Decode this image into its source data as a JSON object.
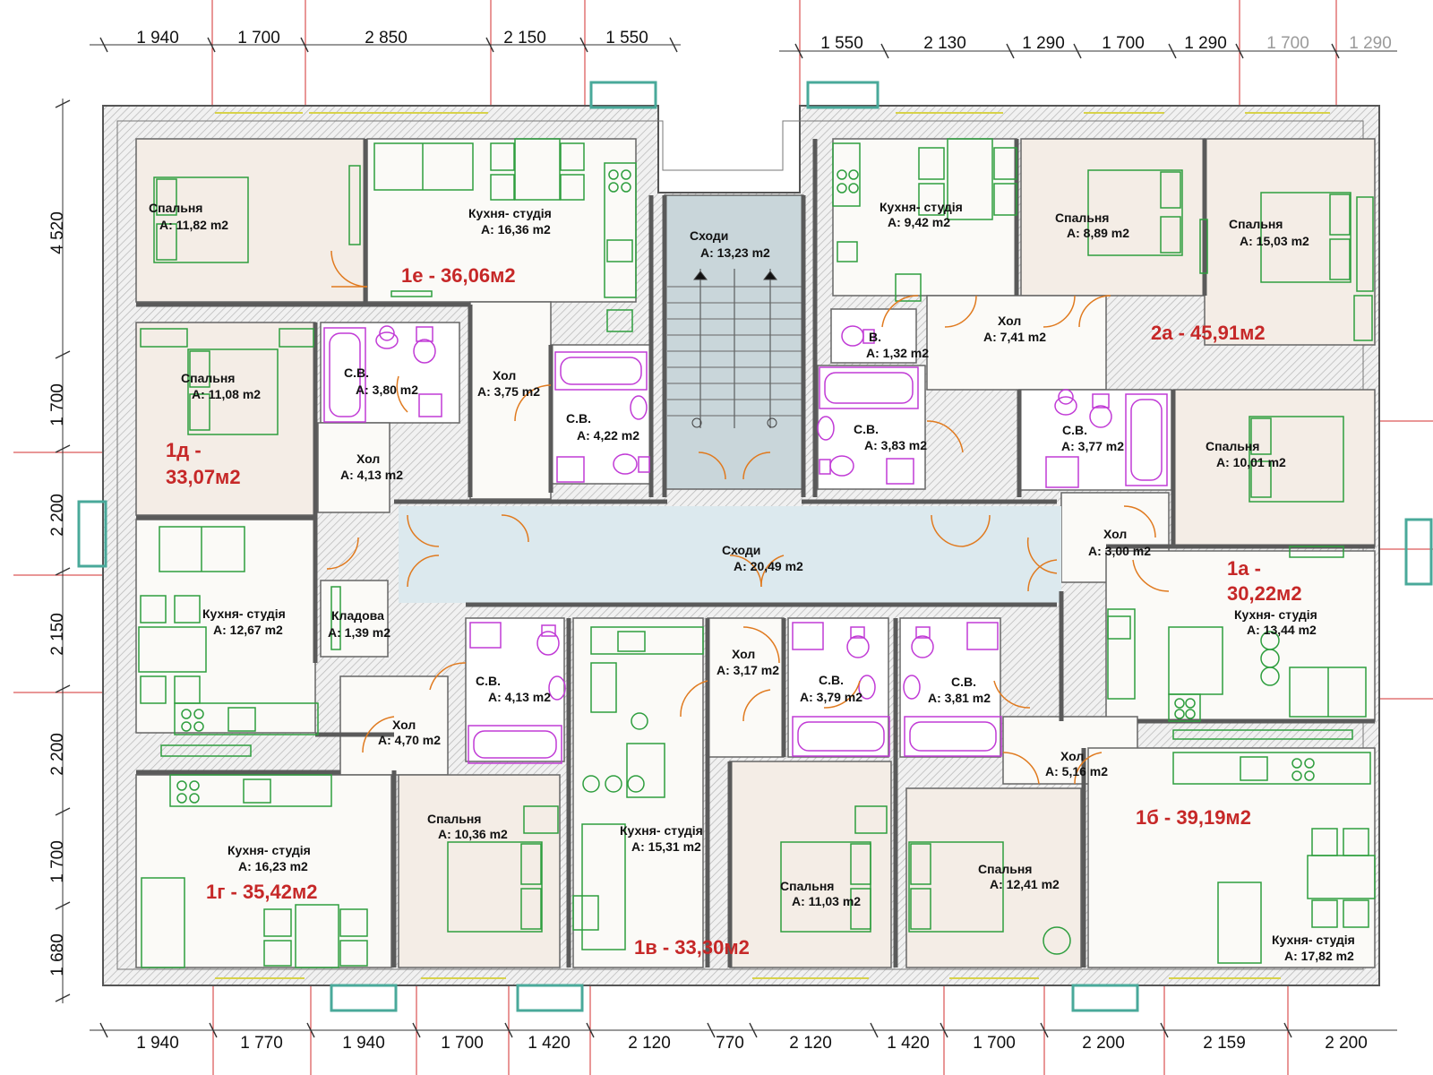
{
  "dimensions": {
    "top_left": [
      "1 940",
      "1 700",
      "2 850",
      "2 150",
      "1 550"
    ],
    "top_right": [
      "1 550",
      "2 130",
      "1 290",
      "1 700",
      "1 290",
      "1 700",
      "1 290"
    ],
    "bottom": [
      "1 940",
      "1 770",
      "1 940",
      "1 700",
      "1 420",
      "2 120",
      "770",
      "2 120",
      "1 420",
      "1 700",
      "2 200",
      "2 159",
      "2 200"
    ],
    "left": [
      "4 520",
      "1 700",
      "2 200",
      "2 150",
      "2 200",
      "1 700",
      "1 680"
    ]
  },
  "rooms": [
    {
      "name": "Спальня",
      "area": "A: 11,82 m2"
    },
    {
      "name": "Кухня- студія",
      "area": "A: 16,36 m2"
    },
    {
      "name": "Сходи",
      "area": "A: 13,23 m2"
    },
    {
      "name": "Кухня- студія",
      "area": "A: 9,42 m2"
    },
    {
      "name": "Спальня",
      "area": "A: 8,89 m2"
    },
    {
      "name": "Спальня",
      "area": "A: 15,03 m2"
    },
    {
      "name": "Спальня",
      "area": "A: 11,08 m2"
    },
    {
      "name": "С.В.",
      "area": "A: 3,80 m2"
    },
    {
      "name": "Хол",
      "area": "A: 3,75 m2"
    },
    {
      "name": "С.В.",
      "area": "A: 4,22 m2"
    },
    {
      "name": "В.",
      "area": "A: 1,32 m2"
    },
    {
      "name": "Хол",
      "area": "A: 7,41 m2"
    },
    {
      "name": "С.В.",
      "area": "A: 3,83 m2"
    },
    {
      "name": "С.В.",
      "area": "A: 3,77 m2"
    },
    {
      "name": "Спальня",
      "area": "A: 10,01 m2"
    },
    {
      "name": "Хол",
      "area": "A: 4,13 m2"
    },
    {
      "name": "Сходи",
      "area": "A: 20,49 m2"
    },
    {
      "name": "Хол",
      "area": "A: 3,00 m2"
    },
    {
      "name": "Кухня- студія",
      "area": "A: 12,67 m2"
    },
    {
      "name": "Кладова",
      "area": "A: 1,39 m2"
    },
    {
      "name": "Кухня- студія",
      "area": "A: 13,44 m2"
    },
    {
      "name": "С.В.",
      "area": "A: 4,13 m2"
    },
    {
      "name": "Хол",
      "area": "A: 3,17 m2"
    },
    {
      "name": "С.В.",
      "area": "A: 3,79 m2"
    },
    {
      "name": "С.В.",
      "area": "A: 3,81 m2"
    },
    {
      "name": "Хол",
      "area": "A: 4,70 m2"
    },
    {
      "name": "Хол",
      "area": "A: 5,16 m2"
    },
    {
      "name": "Спальня",
      "area": "A: 10,36 m2"
    },
    {
      "name": "Кухня- студія",
      "area": "A: 15,31 m2"
    },
    {
      "name": "Кухня- студія",
      "area": "A: 16,23 m2"
    },
    {
      "name": "Спальня",
      "area": "A: 11,03 m2"
    },
    {
      "name": "Спальня",
      "area": "A: 12,41 m2"
    },
    {
      "name": "Кухня- студія",
      "area": "A: 17,82 m2"
    }
  ],
  "apartments": [
    {
      "label": "1е - 36,06м2"
    },
    {
      "label": "2а - 45,91м2"
    },
    {
      "label": "1д -",
      "label2": "33,07м2"
    },
    {
      "label": "1а -",
      "label2": "30,22м2"
    },
    {
      "label": "1г - 35,42м2"
    },
    {
      "label": "1б - 39,19м2"
    },
    {
      "label": "1в - 33,30м2"
    }
  ],
  "colors": {
    "wall": "#5a5a5a",
    "wall_hatch": "#bdbdbd",
    "furniture": "#2e9e3e",
    "sanitary": "#c13bd6",
    "door": "#e07a1f",
    "grid_line": "#d32f2f",
    "corridor": "#dce9ee",
    "stairs": "#c9d6da",
    "apartment_label": "#c62828",
    "window": "#49a99a"
  }
}
